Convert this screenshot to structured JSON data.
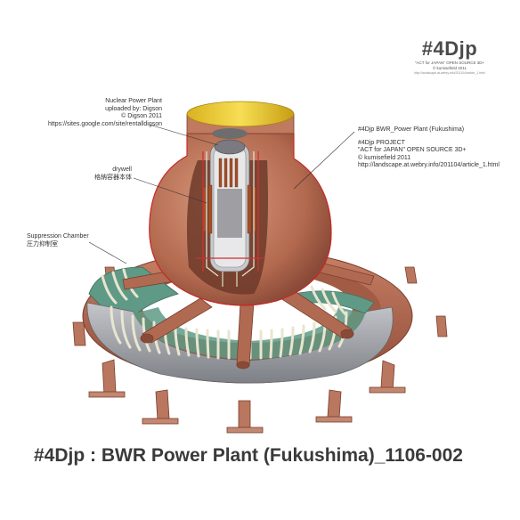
{
  "brand": {
    "logo": "#4Djp",
    "line1": "\"ACT for JAPAN\" OPEN SOURCE 3D+",
    "line2": "© kumisefield 2011",
    "line3": "http://landscape.at.webry.info/201104/article_1.html"
  },
  "labels": {
    "nuclear": [
      "Nuclear Power Plant",
      "uploaded by: Digson",
      "© Digson 2011",
      "https://sites.google.com/site/rentalldigson"
    ],
    "drywell": [
      "drywell",
      "格納容器本体"
    ],
    "suppression": [
      "Suppression Chamber",
      "圧力抑制室"
    ],
    "project": [
      "#4Djp BWR_Power Plant (Fukushima)",
      "",
      "#4Djp  PROJECT",
      "\"ACT for JAPAN\" OPEN SOURCE 3D+",
      "© kumisefield 2011",
      "http://landscape.at.webry.info/201104/article_1.html"
    ]
  },
  "caption": "#4Djp : BWR Power Plant (Fukushima)_1106-002",
  "colors": {
    "torus": "#b86d55",
    "torus_dark": "#8a4a38",
    "drywell": "#bf7a5f",
    "drywell_dark": "#9a5540",
    "cap": "#f1d23a",
    "concrete": "#9ea0a5",
    "pipe": "#d8d2b8",
    "water": "#5e9a86",
    "core_rod": "#a24f28"
  }
}
